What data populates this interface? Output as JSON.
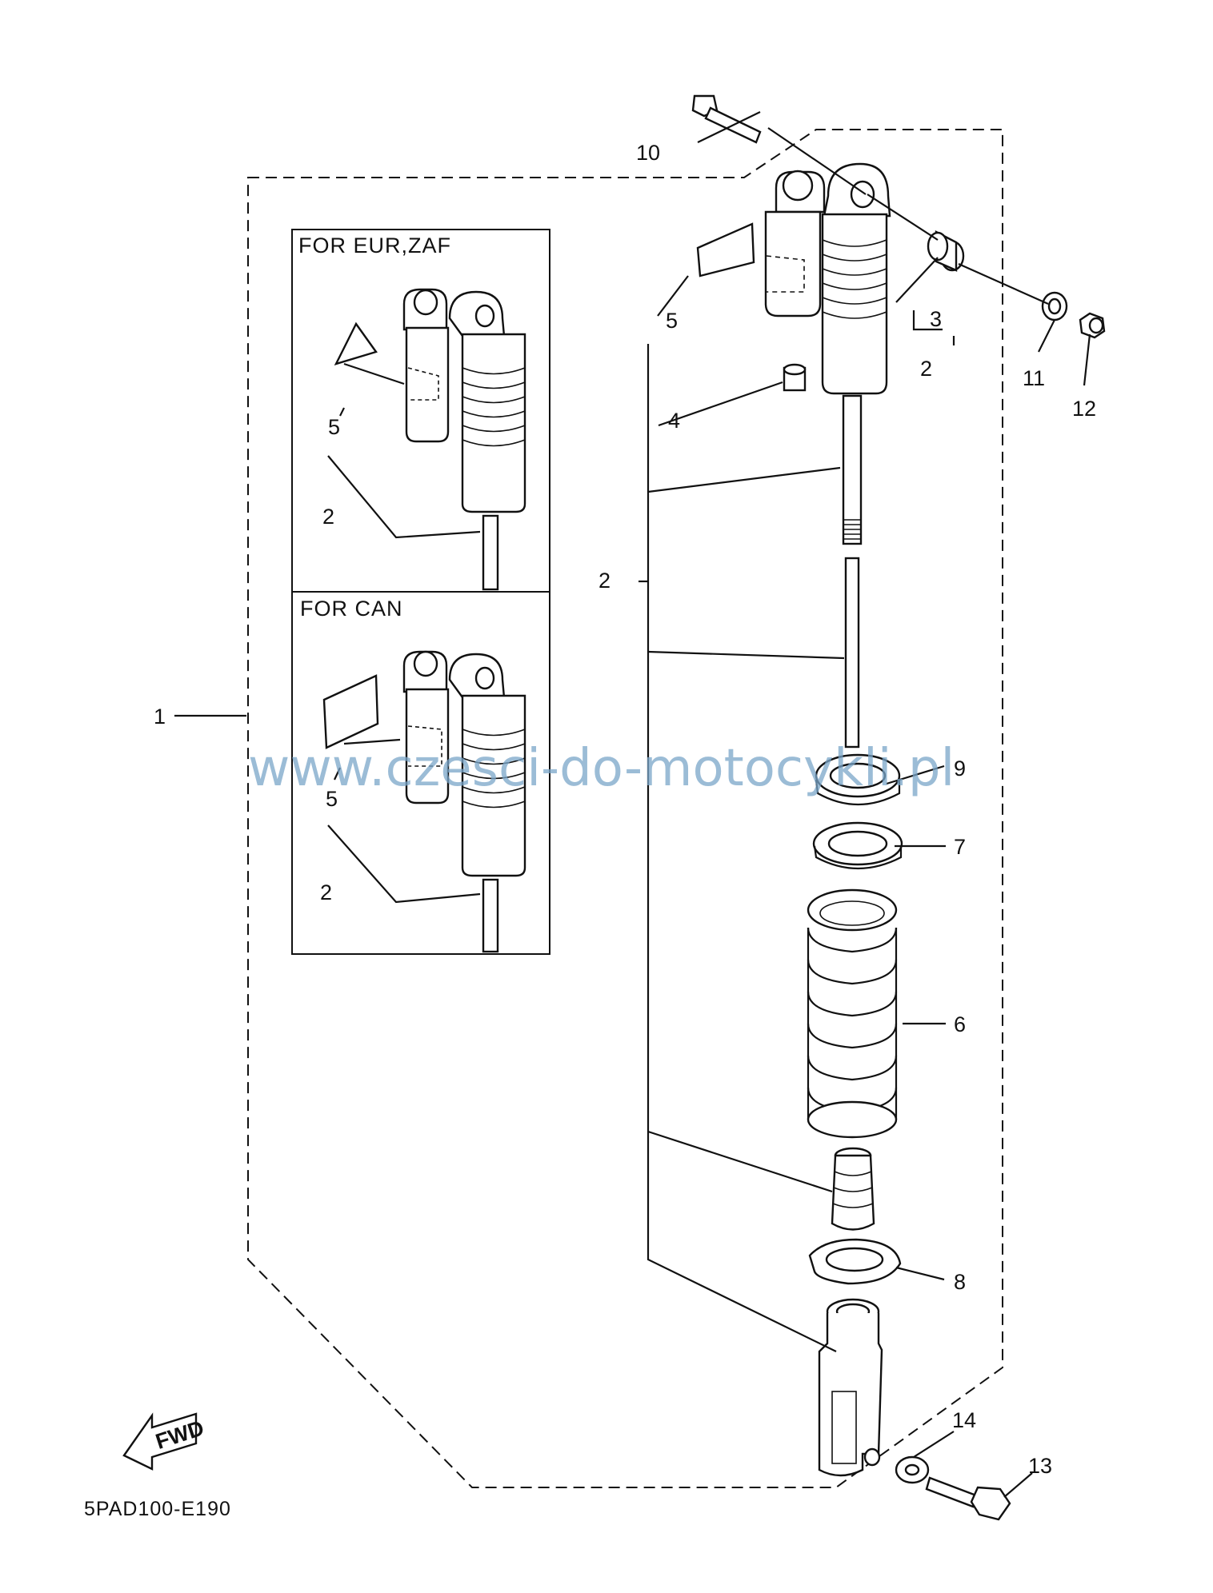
{
  "diagram": {
    "box_eur_title": "FOR EUR,ZAF",
    "box_can_title": "FOR CAN",
    "watermark": "www.czesci-do-motocykli.pl",
    "drawing_code": "5PAD100-E190",
    "fwd_label": "FWD",
    "callouts": {
      "n1": "1",
      "n2_main": "2",
      "n2_sub": "2",
      "n2_eur": "2",
      "n2_can": "2",
      "n3": "3",
      "n4": "4",
      "n5_main": "5",
      "n5_eur": "5",
      "n5_can": "5",
      "n6": "6",
      "n7": "7",
      "n8": "8",
      "n9": "9",
      "n10": "10",
      "n11": "11",
      "n12": "12",
      "n13": "13",
      "n14": "14"
    }
  }
}
